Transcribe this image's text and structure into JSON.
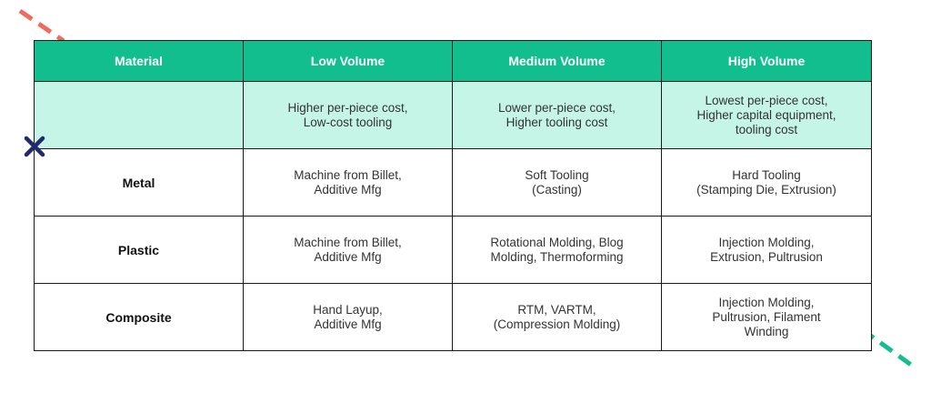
{
  "table": {
    "headers": [
      "Material",
      "Low Volume",
      "Medium Volume",
      "High Volume"
    ],
    "costs": {
      "label": "",
      "low": [
        "Higher per-piece cost,",
        "Low-cost tooling"
      ],
      "medium": [
        "Lower per-piece cost,",
        "Higher tooling cost"
      ],
      "high": [
        "Lowest per-piece cost,",
        "Higher capital equipment,",
        "tooling cost"
      ]
    },
    "rows": [
      {
        "material": "Metal",
        "low": [
          "Machine from Billet,",
          "Additive Mfg"
        ],
        "medium": [
          "Soft Tooling",
          "(Casting)"
        ],
        "high": [
          "Hard Tooling",
          "(Stamping Die, Extrusion)"
        ]
      },
      {
        "material": "Plastic",
        "low": [
          "Machine from Billet,",
          "Additive Mfg"
        ],
        "medium": [
          "Rotational Molding, Blog",
          "Molding, Thermoforming"
        ],
        "high": [
          "Injection Molding,",
          "Extrusion, Pultrusion"
        ]
      },
      {
        "material": "Composite",
        "low": [
          "Hand Layup,",
          "Additive Mfg"
        ],
        "medium": [
          "RTM, VARTM,",
          "(Compression Molding)"
        ],
        "high": [
          "Injection Molding,",
          "Pultrusion, Filament",
          "Winding"
        ]
      }
    ]
  },
  "decor": {
    "colors": {
      "header": "#12be8e",
      "cost_row": "#c4f5e6",
      "dash_red": "#f06b5e",
      "dash_green": "#12be8e",
      "cross": "#1f2a6b"
    },
    "icons": [
      "red-dashed-line-icon",
      "green-dashed-line-icon",
      "navy-cross-icon"
    ]
  }
}
